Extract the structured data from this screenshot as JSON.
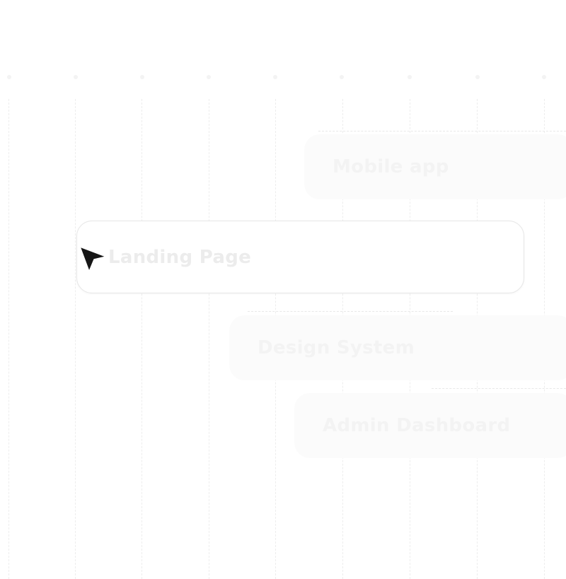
{
  "cards": [
    {
      "label": "Mobile app"
    },
    {
      "label": "Landing Page"
    },
    {
      "label": "Design System"
    },
    {
      "label": "Admin Dashboard"
    }
  ],
  "cursor": {
    "icon": "arrow-cursor-icon"
  }
}
